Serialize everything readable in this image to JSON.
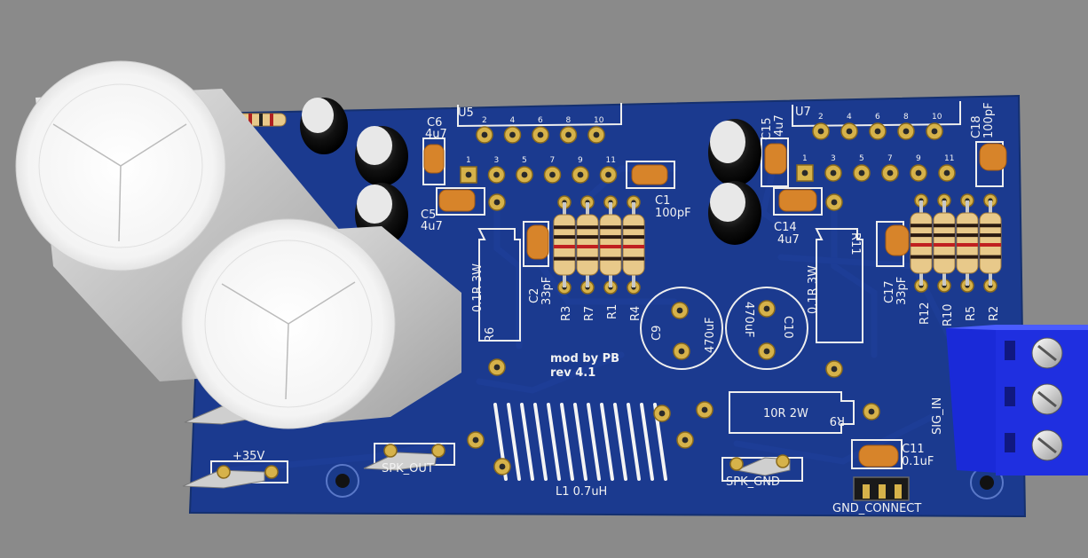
{
  "board": {
    "credit": "mod by PB",
    "revision": "rev 4.1",
    "colors": {
      "background": "#8a8a8a",
      "pcb": "#1b3a8f",
      "silkscreen": "#f2f2f2",
      "pad": "#d6b24a",
      "terminal": "#1f2fe0"
    }
  },
  "labels": {
    "u5": "U5",
    "u7": "U7",
    "c6": "C6",
    "c6v": "4u7",
    "c5": "C5",
    "c5v": "4u7",
    "c1": "C1",
    "c1v": "100pF",
    "c15": "C15",
    "c15v": "4u7",
    "c14": "C14",
    "c14v": "4u7",
    "c18": "C18",
    "c18v": "100pF",
    "c2": "C2",
    "c2v": "33pF",
    "c17": "C17",
    "c17v": "33pF",
    "r3": "R3",
    "r7": "R7",
    "r1": "R1",
    "r4": "R4",
    "r12": "R12",
    "r10": "R10",
    "r5": "R5",
    "r2": "R2",
    "r6": "R6",
    "r6v": "0.1R 3W",
    "r11": "R11",
    "r11v": "0.1R 3W",
    "c9": "C9",
    "c9v": "470uF",
    "c10": "C10",
    "c10v": "470uF",
    "r9": "R9",
    "r9v": "10R 2W",
    "c11": "C11",
    "c11v": "0.1uF",
    "l1": "L1  0.7uH",
    "plus35": "+35V",
    "spk_out": "SPK_OUT",
    "spk_gnd": "SPK_GND",
    "gnd_connect": "GND_CONNECT",
    "sig_in": "SIG_IN"
  },
  "pins_upper": [
    "2",
    "4",
    "6",
    "8",
    "10"
  ],
  "pins_lower": [
    "1",
    "3",
    "5",
    "7",
    "9",
    "11"
  ]
}
